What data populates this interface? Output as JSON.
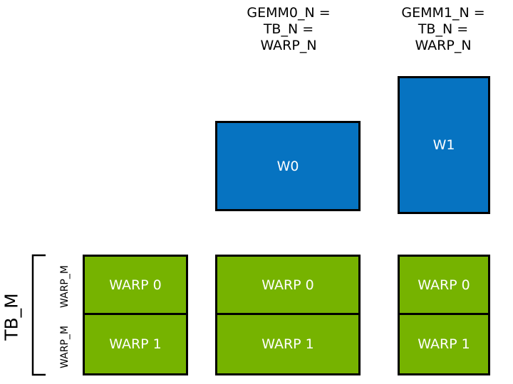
{
  "diagram": {
    "title_col0": "GEMM0_N =\nTB_N =\nWARP_N",
    "title_col1": "GEMM1_N =\nTB_N =\nWARP_N",
    "colors": {
      "blue_tile": "#0673C1",
      "green_tile": "#76B300",
      "outline": "#000000",
      "tile_text": "#FFFFFF",
      "caption_text": "#000000",
      "background": "#FFFFFF"
    },
    "blue_tiles": [
      {
        "label": "W0"
      },
      {
        "label": "W1"
      }
    ],
    "green_columns": [
      {
        "cells": [
          {
            "label": "WARP 0"
          },
          {
            "label": "WARP 1"
          }
        ]
      },
      {
        "cells": [
          {
            "label": "WARP 0"
          },
          {
            "label": "WARP 1"
          }
        ]
      },
      {
        "cells": [
          {
            "label": "WARP 0"
          },
          {
            "label": "WARP 1"
          }
        ]
      }
    ],
    "axis_labels": {
      "tb_m": "TB_M",
      "warp_m_top": "WARP_M",
      "warp_m_bottom": "WARP_M"
    }
  }
}
